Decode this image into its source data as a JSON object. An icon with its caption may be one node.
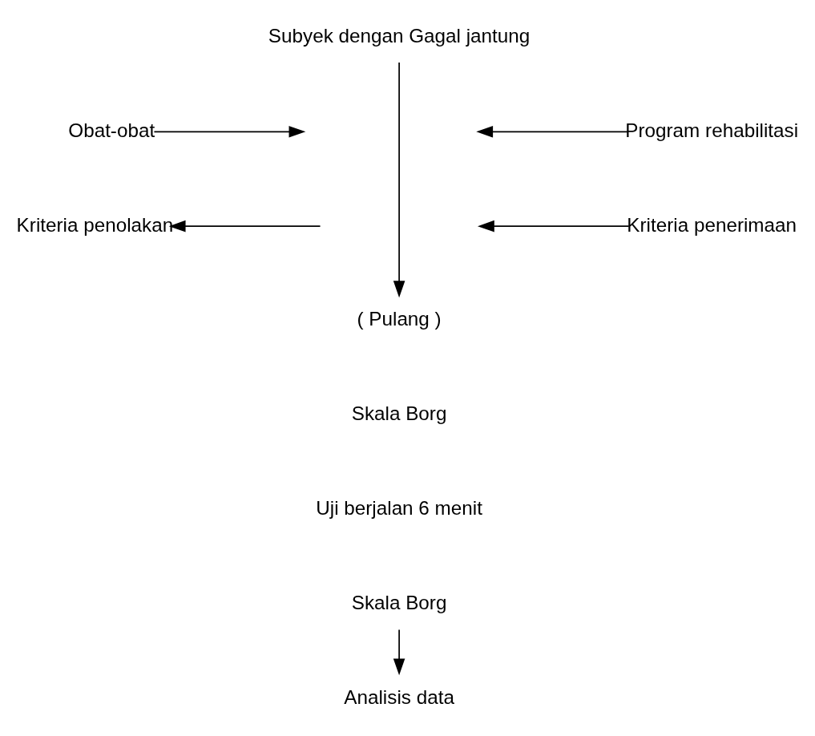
{
  "diagram": {
    "nodes": [
      {
        "text": [
          "Subyek dengan Gagal jantung"
        ]
      },
      {
        "text": [
          "Obat-obat"
        ]
      },
      {
        "text": [
          "Program rehabilitasi"
        ]
      },
      {
        "text": [
          "Kriteria penolakan"
        ]
      },
      {
        "text": [
          "Kriteria penerimaan"
        ]
      },
      {
        "text": [
          "( Pulang )"
        ]
      },
      {
        "text": [
          "Skala Borg"
        ]
      },
      {
        "text": [
          "Uji berjalan 6 menit"
        ]
      },
      {
        "text": [
          "Skala Borg"
        ]
      },
      {
        "text": [
          "Analisis data"
        ]
      }
    ],
    "edges": [
      {
        "from": 0,
        "to": 5,
        "arrow": "to"
      },
      {
        "from": 1,
        "to": null,
        "arrow": "to"
      },
      {
        "from": 2,
        "to": null,
        "arrow": "to"
      },
      {
        "from": null,
        "to": 3,
        "arrow": "to"
      },
      {
        "from": 4,
        "to": null,
        "arrow": "to"
      },
      {
        "from": 8,
        "to": 9,
        "arrow": "to"
      }
    ]
  }
}
